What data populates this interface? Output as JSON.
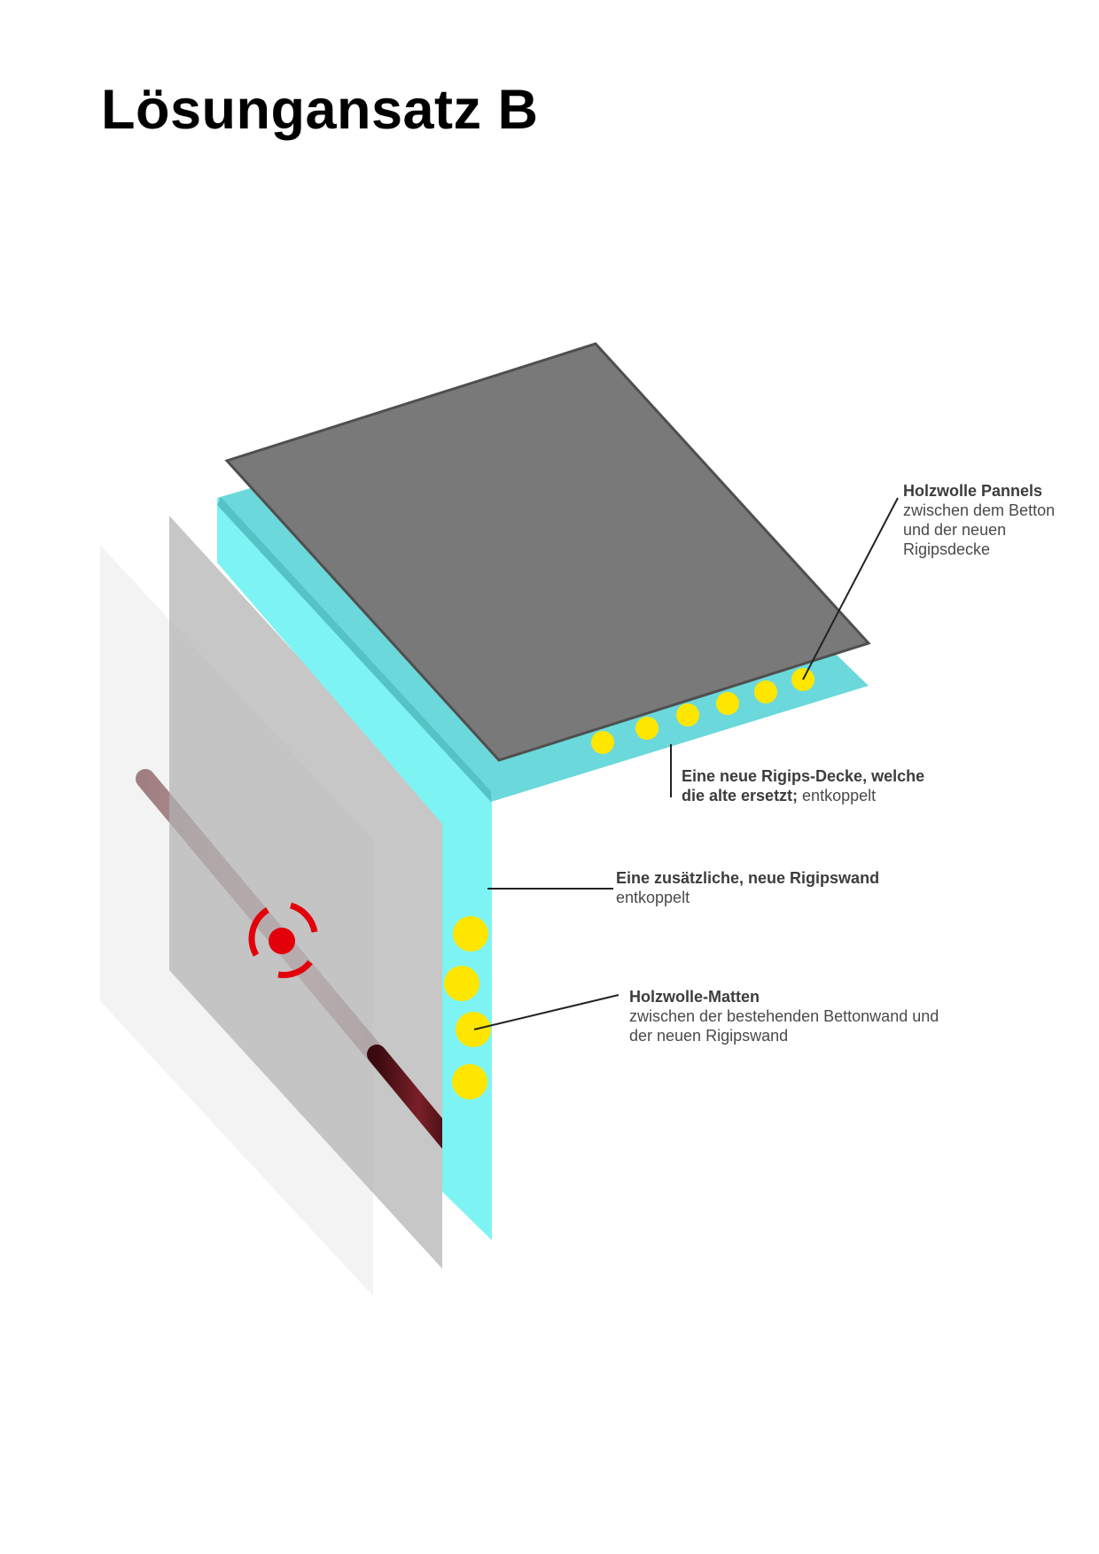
{
  "title": "Lösungansatz B",
  "colors": {
    "ceiling_slab": "#797979",
    "rigips_ceiling": "#6bd9db",
    "rigips_wall": "#7df4f3",
    "existing_wall": "#b1b1b1",
    "ghost_wall": "#f3f3f3",
    "woodwool": "#ffe600",
    "pipe": "#8b2a33",
    "noise_marker": "#e3000b",
    "leader_line": "#222222"
  },
  "icons": {
    "noise_source": "noise-target-icon",
    "pipe": "pipe-icon"
  },
  "labels": {
    "holzwolle_pannels": {
      "heading": "Holzwolle Pannels",
      "lines": [
        "zwischen dem Betton",
        "und der neuen",
        "Rigipsdecke"
      ]
    },
    "rigips_decke": {
      "heading_line1": "Eine neue Rigips-Decke, welche",
      "heading_line2": "die alte ersetzt;",
      "suffix": " entkoppelt"
    },
    "rigipswand": {
      "heading": "Eine zusätzliche, neue Rigipswand",
      "sub": "entkoppelt"
    },
    "holzwolle_matten": {
      "heading": "Holzwolle-Matten",
      "lines": [
        "zwischen der bestehenden Bettonwand und",
        "der neuen Rigipswand"
      ]
    }
  }
}
